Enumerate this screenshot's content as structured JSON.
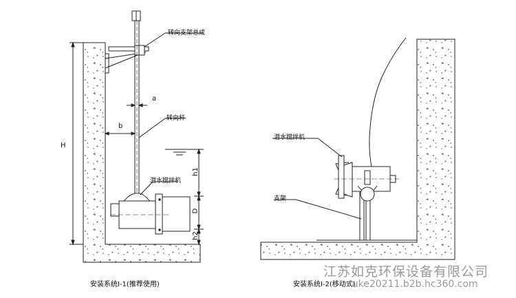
{
  "diagram_left": {
    "label_turn_bracket": "转向支架总成",
    "label_turn_rod": "转向杆",
    "label_mixer": "潜水搅拌机",
    "dim_a": "a",
    "dim_b": "b",
    "dim_H": "H",
    "dim_h1": "h1",
    "dim_D": "D",
    "dim_h2": "h2",
    "caption": "安装系统Ⅰ-1(推荐使用)"
  },
  "diagram_right": {
    "label_mixer": "潜水搅拌机",
    "label_support": "支架",
    "caption": "安装系统Ⅰ-2(移动式)"
  },
  "watermark": {
    "company": "江苏如克环保设备有限公司",
    "url": "ruke20211.b2b.hc360.com"
  }
}
